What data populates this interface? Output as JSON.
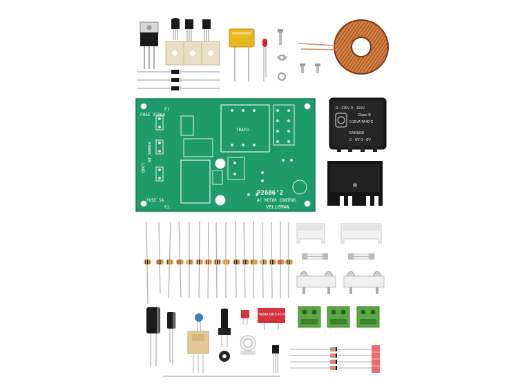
{
  "pcb": {
    "model": "P2606'2",
    "title": "AC MOTOR CONTROL",
    "brand": "VELLEMAN",
    "labels": {
      "fuse_top": "FUSE 250mA",
      "fuse_bottom": "FUSE 5A",
      "trafo": "TRAFO",
      "power_in": "POWER IN",
      "load": "LOAD",
      "f1": "F1",
      "f2": "F2"
    }
  },
  "transformer": {
    "line1": "0 - 115V    0 - 115V",
    "line2": "Class B",
    "line3": "0.35VA   TA40°C",
    "line4": "EN61558",
    "line5": "0 - 6V    0 - 6V"
  },
  "capacitor": {
    "label": "WIMA MKS 4 0.047"
  },
  "colors": {
    "pcb": "#1f9a6a",
    "pcb_dark": "#15744f",
    "copper": "#b4622a",
    "terminal": "#5aa844",
    "heatsink": "#151515",
    "film_cap": "#e7b81f",
    "red_cap": "#d6323a"
  },
  "icons": {
    "led": "red-led-icon",
    "transformer": "transformer-icon"
  }
}
